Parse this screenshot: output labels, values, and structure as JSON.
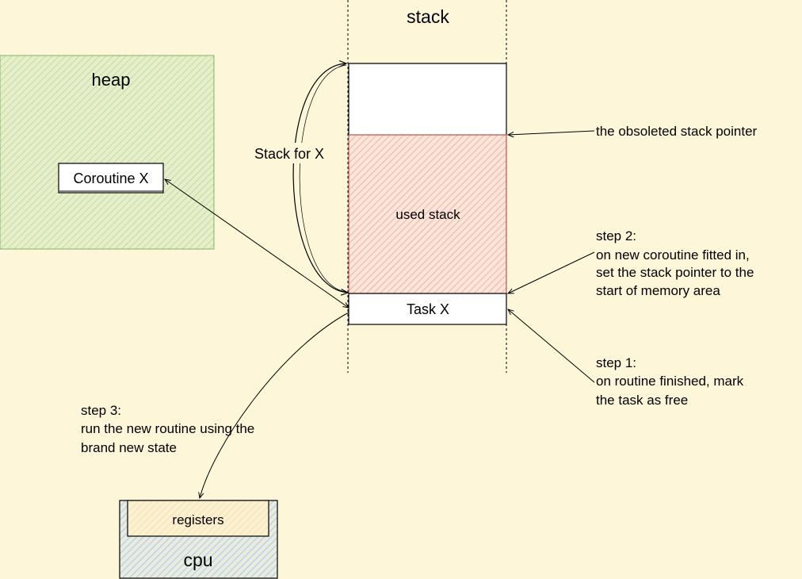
{
  "stack": {
    "title": "stack",
    "used_label": "used stack",
    "task_label": "Task X",
    "bracket_label": "Stack for X"
  },
  "heap": {
    "title": "heap",
    "coroutine_label": "Coroutine X"
  },
  "cpu": {
    "title": "cpu",
    "registers_label": "registers"
  },
  "notes": {
    "obsoleted": "the obsoleted stack pointer",
    "step2": [
      "step 2:",
      "on new coroutine fitted in,",
      "set the stack pointer to the",
      "start of memory area"
    ],
    "step1": [
      "step 1:",
      "on routine finished, mark",
      "the task as free"
    ],
    "step3": [
      "step 3:",
      "run the new routine using the",
      "brand new state"
    ]
  },
  "colors": {
    "background": "#fdf6d8",
    "heap_fill": "#d5e8d4",
    "heap_stroke": "#82b366",
    "used_stack_fill": "#f8cecc",
    "used_stack_stroke": "#b85450",
    "cpu_fill": "#dae8fc",
    "cpu_stroke": "#6c8ebf",
    "registers_fill": "#fff2cc"
  }
}
